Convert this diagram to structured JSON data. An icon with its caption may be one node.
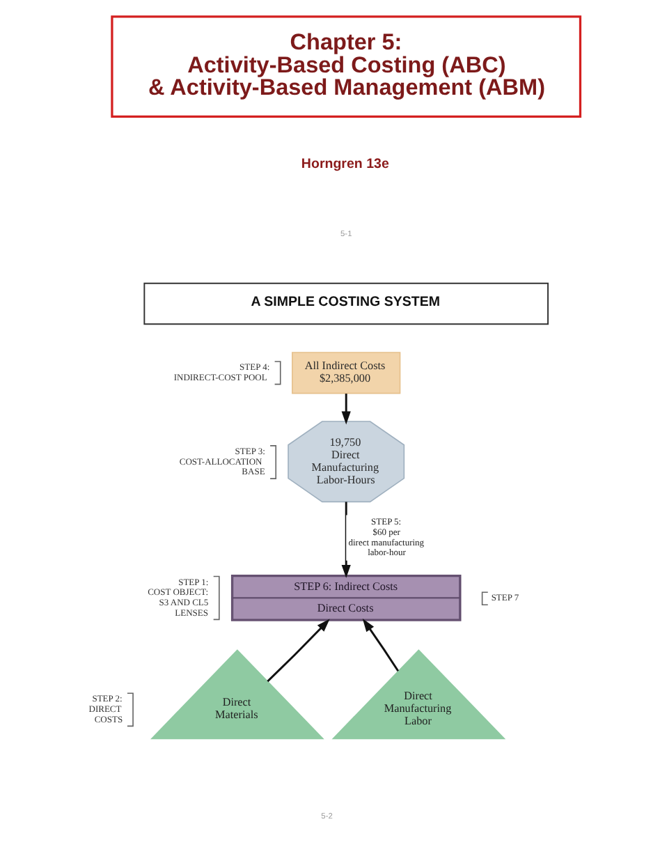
{
  "diagram": {
    "nodes": [
      {
        "text": [
          "Chapter 5: Activity-Based Costing (ABC) & Activity-Based Management (ABM)"
        ]
      },
      {
        "text": [
          "A SIMPLE COSTING SYSTEM"
        ]
      },
      {
        "text": [
          "All Indirect Costs",
          "$2,385,000"
        ],
        "beside": [
          "STEP 4: INDIRECT-COST POOL"
        ]
      },
      {
        "text": [
          "19,750",
          "Direct Manufacturing Labor-Hours"
        ],
        "beside": [
          "STEP 3: COST-ALLOCATION BASE"
        ]
      },
      {
        "text": [
          "STEP 6: Indirect Costs",
          "Direct Costs"
        ],
        "beside": [
          "STEP 1: COST OBJECT: S3 AND CL5 LENSES",
          "STEP 7"
        ]
      },
      {
        "text": [
          "Direct Materials"
        ],
        "beside": [
          "STEP 2: DIRECT COSTS"
        ]
      },
      {
        "text": [
          "Direct Manufacturing Labor"
        ]
      }
    ],
    "edges": [
      {
        "from": 2,
        "to": 3,
        "arrow": "to"
      },
      {
        "from": 3,
        "to": 4,
        "arrow": "to",
        "label": "STEP 5: $60 per direct manufacturing labor-hour"
      },
      {
        "from": 5,
        "to": 4,
        "arrow": "to"
      },
      {
        "from": 6,
        "to": 4,
        "arrow": "to"
      }
    ],
    "labels": [
      "Horngren 13e",
      "5-1",
      "5-2"
    ]
  }
}
